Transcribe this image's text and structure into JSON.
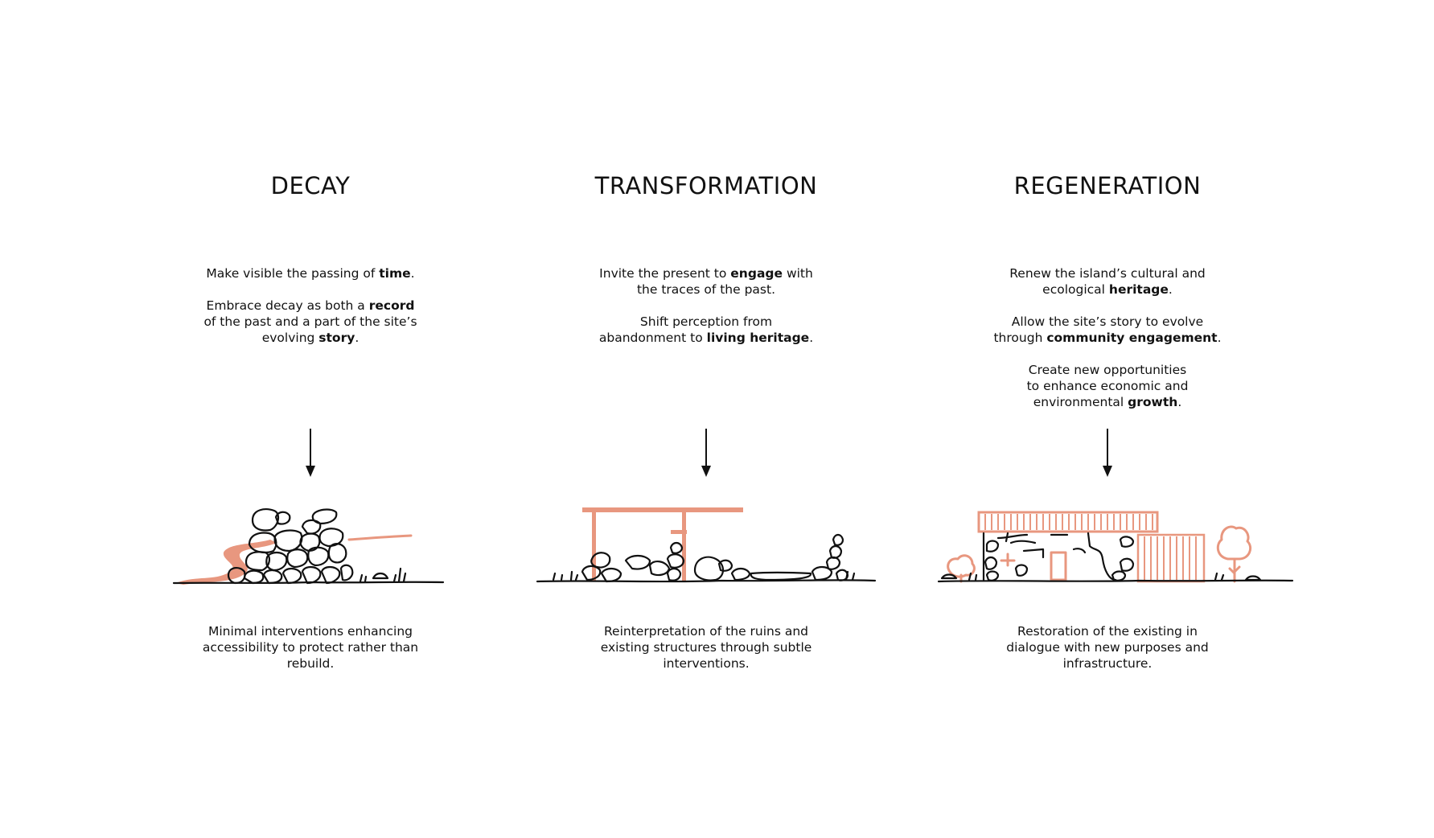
{
  "columns": [
    {
      "title": "DECAY",
      "paragraphs": [
        [
          [
            {
              "t": "Make visible the passing of "
            },
            {
              "t": "time",
              "b": true
            },
            {
              "t": "."
            }
          ]
        ],
        [
          [
            {
              "t": "Embrace decay as both a "
            },
            {
              "t": "record",
              "b": true
            }
          ],
          [
            {
              "t": "of the past and a part of the site’s"
            }
          ],
          [
            {
              "t": "evolving "
            },
            {
              "t": "story",
              "b": true
            },
            {
              "t": "."
            }
          ]
        ]
      ],
      "caption": [
        "Minimal interventions enhancing",
        "accessibility to protect rather than",
        "rebuild."
      ],
      "arrow_icon": "down-arrow-icon",
      "sketch": "rubble-ruins-sketch"
    },
    {
      "title": "TRANSFORMATION",
      "paragraphs": [
        [
          [
            {
              "t": "Invite the present to "
            },
            {
              "t": "engage",
              "b": true
            },
            {
              "t": " with"
            }
          ],
          [
            {
              "t": "the traces of the past."
            }
          ]
        ],
        [
          [
            {
              "t": "Shift perception from"
            }
          ],
          [
            {
              "t": "abandonment to "
            },
            {
              "t": "living heritage",
              "b": true
            },
            {
              "t": "."
            }
          ]
        ]
      ],
      "caption": [
        "Reinterpretation of the ruins and",
        "existing structures through subtle",
        "interventions."
      ],
      "arrow_icon": "down-arrow-icon",
      "sketch": "canopy-over-ruins-sketch"
    },
    {
      "title": "REGENERATION",
      "paragraphs": [
        [
          [
            {
              "t": "Renew the island’s cultural and"
            }
          ],
          [
            {
              "t": "ecological "
            },
            {
              "t": "heritage",
              "b": true
            },
            {
              "t": "."
            }
          ]
        ],
        [
          [
            {
              "t": "Allow the site’s story to evolve"
            }
          ],
          [
            {
              "t": "through "
            },
            {
              "t": "community engagement",
              "b": true
            },
            {
              "t": "."
            }
          ]
        ],
        [
          [
            {
              "t": "Create new opportunities"
            }
          ],
          [
            {
              "t": "to enhance economic and"
            }
          ],
          [
            {
              "t": "environmental "
            },
            {
              "t": "growth",
              "b": true
            },
            {
              "t": "."
            }
          ]
        ]
      ],
      "caption": [
        "Restoration of the existing in",
        "dialogue with new purposes and",
        "infrastructure."
      ],
      "arrow_icon": "down-arrow-icon",
      "sketch": "restored-building-sketch"
    }
  ],
  "colors": {
    "ink": "#111111",
    "accent": "#E8977F",
    "background": "#ffffff"
  }
}
